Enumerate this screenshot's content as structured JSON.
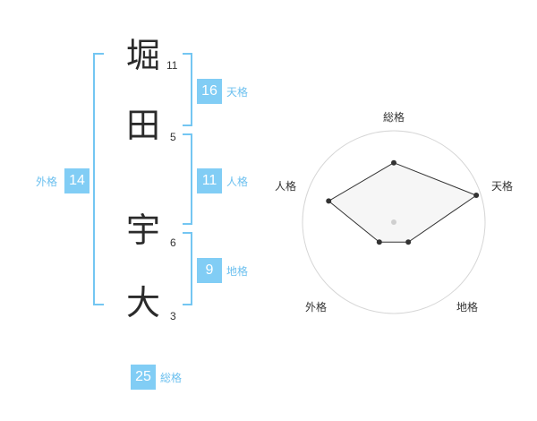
{
  "name": {
    "characters": [
      {
        "char": "堀",
        "strokes": "11"
      },
      {
        "char": "田",
        "strokes": "5"
      },
      {
        "char": "宇",
        "strokes": "6"
      },
      {
        "char": "大",
        "strokes": "3"
      }
    ]
  },
  "kaku": {
    "tenkaku": {
      "value": "16",
      "label": "天格"
    },
    "jinkaku": {
      "value": "11",
      "label": "人格"
    },
    "chikaku": {
      "value": "9",
      "label": "地格"
    },
    "gaikaku": {
      "value": "14",
      "label": "外格"
    },
    "soukaku": {
      "value": "25",
      "label": "総格"
    }
  },
  "colors": {
    "accent": "#81cdf5",
    "label": "#6cc0ef",
    "bracket": "#74c6f2",
    "text": "#2b2b2b"
  },
  "chart_data": {
    "type": "radar",
    "axes": [
      "総格",
      "天格",
      "地格",
      "外格",
      "人格"
    ],
    "values": [
      0.65,
      0.95,
      0.27,
      0.27,
      0.75
    ],
    "rings": 4
  }
}
